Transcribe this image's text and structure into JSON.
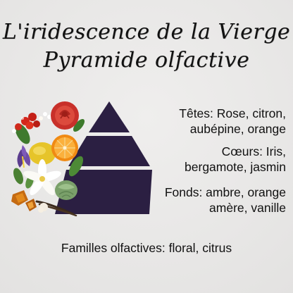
{
  "title": {
    "line1": "L'iridescence de la Vierge",
    "line2": "Pyramide olfactive"
  },
  "notes": {
    "tetes": {
      "line1": "Têtes: Rose, citron,",
      "line2": "aubépine, orange"
    },
    "coeurs": {
      "line1": "Cœurs: Iris,",
      "line2": "bergamote, jasmin"
    },
    "fonds": {
      "line1": "Fonds: ambre, orange",
      "line2": "amère, vanille"
    }
  },
  "families": "Familles olfactives: floral, citrus",
  "colors": {
    "background": "#e9e8e7",
    "pyramid": "#2b1f42",
    "text": "#111111"
  },
  "illustration": {
    "icons": [
      "rose-icon",
      "hawthorn-icon",
      "lemon-icon",
      "orange-slice-icon",
      "iris-icon",
      "bergamot-icon",
      "jasmine-icon",
      "amber-icon",
      "vanilla-icon"
    ]
  }
}
